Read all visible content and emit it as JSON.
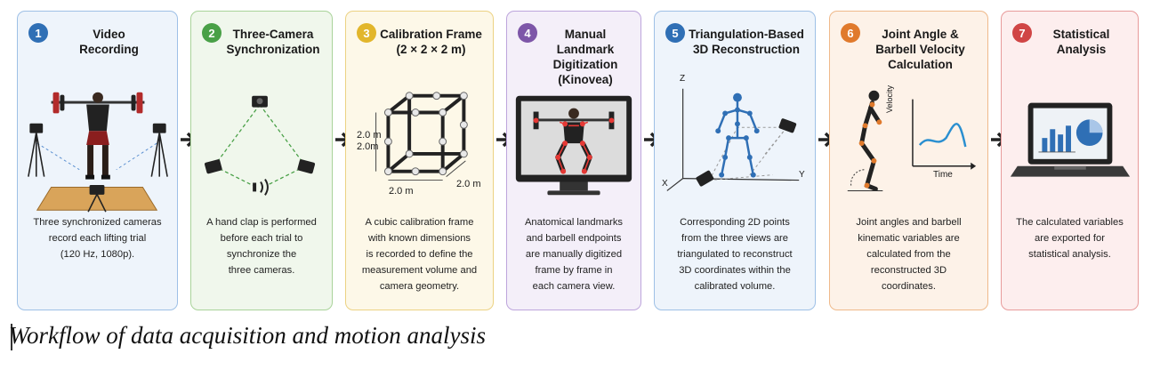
{
  "colors": {
    "blue": "#2f6fb5",
    "green": "#49a047",
    "yellow": "#e2b62b",
    "purple": "#7d56a8",
    "orange": "#e07a2c",
    "red": "#d04545",
    "blue_bg": "#eef4fb",
    "green_bg": "#f0f7ec",
    "yellow_bg": "#fdf8e8",
    "purple_bg": "#f4eff9",
    "orange_bg": "#fdf2e8",
    "red_bg": "#fdeeee"
  },
  "steps": [
    {
      "number": "1",
      "title": [
        "Video",
        "Recording"
      ],
      "description": [
        "Three synchronized cameras",
        "record each lifting trial",
        "(120 Hz, 1080p)."
      ],
      "icon": "squat-camera-setup-icon"
    },
    {
      "number": "2",
      "title": [
        "Three-Camera",
        "Synchronization"
      ],
      "description": [
        "A hand clap is performed",
        "before each trial to",
        "synchronize the",
        "three cameras."
      ],
      "icon": "camera-triangle-icon"
    },
    {
      "number": "3",
      "title": [
        "Calibration Frame",
        "(2 × 2 × 2 m)"
      ],
      "description": [
        "A cubic calibration frame",
        "with known dimensions",
        "is recorded to define the",
        "measurement volume and",
        "camera geometry."
      ],
      "icon": "calibration-cube-icon",
      "labels": {
        "height": "2.0 m",
        "height_dup": "2.0m",
        "width": "2.0 m",
        "depth": "2.0 m"
      }
    },
    {
      "number": "4",
      "title": [
        "Manual Landmark",
        "Digitization",
        "(Kinovea)"
      ],
      "description": [
        "Anatomical landmarks",
        "and barbell endpoints",
        "are manually digitized",
        "frame by frame in",
        "each camera view."
      ],
      "icon": "monitor-digitization-icon"
    },
    {
      "number": "5",
      "title": [
        "Triangulation-Based",
        "3D Reconstruction"
      ],
      "description": [
        "Corresponding 2D points",
        "from the three views are",
        "triangulated to reconstruct",
        "3D coordinates within the",
        "calibrated volume."
      ],
      "icon": "skeleton-3d-icon",
      "axes": {
        "z": "Z",
        "x": "X",
        "y": "Y"
      }
    },
    {
      "number": "6",
      "title": [
        "Joint Angle &",
        "Barbell Velocity",
        "Calculation"
      ],
      "description": [
        "Joint angles and barbell",
        "kinematic variables are",
        "calculated from the",
        "reconstructed 3D",
        "coordinates."
      ],
      "icon": "joint-velocity-icon",
      "axes": {
        "y": "Velocity",
        "x": "Time"
      }
    },
    {
      "number": "7",
      "title": [
        "Statistical",
        "Analysis"
      ],
      "description": [
        "The calculated variables",
        "are exported for",
        "statistical analysis."
      ],
      "icon": "laptop-chart-icon"
    }
  ],
  "caption": "Workflow of data acquisition and motion analysis"
}
